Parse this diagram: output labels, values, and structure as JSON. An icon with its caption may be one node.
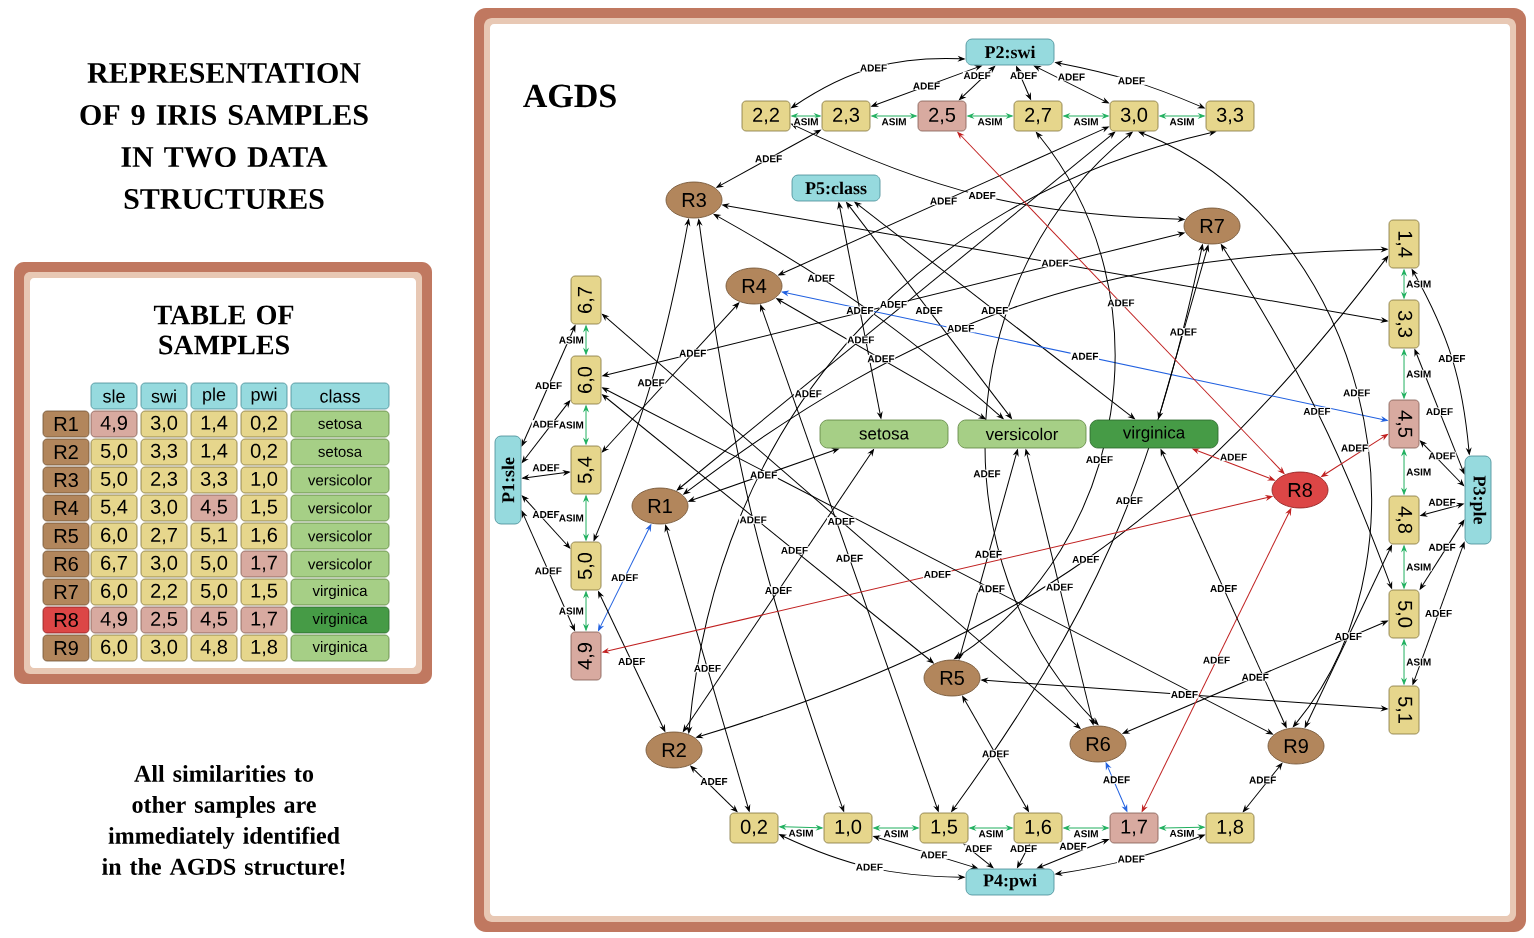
{
  "diagram": {
    "title": "REPRESENTATION OF 9 IRIS SAMPLES IN TWO DATA STRUCTURES",
    "caption": "All similarities to other samples are immediately identified in the AGDS structure!",
    "nodes": [
      {
        "text": [
          "AGDS"
        ]
      },
      {
        "text": [
          "P2:swi"
        ],
        "in": 0
      },
      {
        "text": [
          "2,2"
        ],
        "in": 0
      },
      {
        "text": [
          "2,3"
        ],
        "in": 0
      },
      {
        "text": [
          "2,5"
        ],
        "in": 0
      },
      {
        "text": [
          "2,7"
        ],
        "in": 0
      },
      {
        "text": [
          "3,0"
        ],
        "in": 0
      },
      {
        "text": [
          "3,3"
        ],
        "in": 0
      },
      {
        "text": [
          "P5:class"
        ],
        "in": 0
      },
      {
        "text": [
          "P1:sle"
        ],
        "in": 0
      },
      {
        "text": [
          "6,7"
        ],
        "in": 0
      },
      {
        "text": [
          "6,0"
        ],
        "in": 0
      },
      {
        "text": [
          "5,4"
        ],
        "in": 0
      },
      {
        "text": [
          "5,0"
        ],
        "in": 0
      },
      {
        "text": [
          "4,9"
        ],
        "in": 0
      },
      {
        "text": [
          "P3:ple"
        ],
        "in": 0
      },
      {
        "text": [
          "1,4"
        ],
        "in": 0
      },
      {
        "text": [
          "3,3"
        ],
        "in": 0
      },
      {
        "text": [
          "4,5"
        ],
        "in": 0
      },
      {
        "text": [
          "4,8"
        ],
        "in": 0
      },
      {
        "text": [
          "5,0"
        ],
        "in": 0
      },
      {
        "text": [
          "5,1"
        ],
        "in": 0
      },
      {
        "text": [
          "P4:pwi"
        ],
        "in": 0
      },
      {
        "text": [
          "0,2"
        ],
        "in": 0
      },
      {
        "text": [
          "1,0"
        ],
        "in": 0
      },
      {
        "text": [
          "1,5"
        ],
        "in": 0
      },
      {
        "text": [
          "1,6"
        ],
        "in": 0
      },
      {
        "text": [
          "1,7"
        ],
        "in": 0
      },
      {
        "text": [
          "1,8"
        ],
        "in": 0
      },
      {
        "text": [
          "setosa"
        ],
        "in": 0
      },
      {
        "text": [
          "versicolor"
        ],
        "in": 0
      },
      {
        "text": [
          "virginica"
        ],
        "in": 0
      },
      {
        "text": [
          "R1"
        ],
        "in": 0
      },
      {
        "text": [
          "R2"
        ],
        "in": 0
      },
      {
        "text": [
          "R3"
        ],
        "in": 0
      },
      {
        "text": [
          "R4"
        ],
        "in": 0
      },
      {
        "text": [
          "R5"
        ],
        "in": 0
      },
      {
        "text": [
          "R6"
        ],
        "in": 0
      },
      {
        "text": [
          "R7"
        ],
        "in": 0
      },
      {
        "text": [
          "R8"
        ],
        "in": 0
      },
      {
        "text": [
          "R9"
        ],
        "in": 0
      }
    ],
    "edges": [
      {
        "from": 1,
        "to": 2,
        "arrow": "both",
        "label": "ADEF"
      },
      {
        "from": 1,
        "to": 3,
        "arrow": "both",
        "label": "ADEF"
      },
      {
        "from": 1,
        "to": 4,
        "arrow": "both",
        "label": "ADEF"
      },
      {
        "from": 1,
        "to": 5,
        "arrow": "both",
        "label": "ADEF"
      },
      {
        "from": 1,
        "to": 6,
        "arrow": "both",
        "label": "ADEF"
      },
      {
        "from": 1,
        "to": 7,
        "arrow": "both",
        "label": "ADEF"
      },
      {
        "from": 9,
        "to": 10,
        "arrow": "both",
        "label": "ADEF"
      },
      {
        "from": 9,
        "to": 11,
        "arrow": "both",
        "label": "ADEF"
      },
      {
        "from": 9,
        "to": 12,
        "arrow": "both",
        "label": "ADEF"
      },
      {
        "from": 9,
        "to": 13,
        "arrow": "both",
        "label": "ADEF"
      },
      {
        "from": 9,
        "to": 14,
        "arrow": "both",
        "label": "ADEF"
      },
      {
        "from": 15,
        "to": 16,
        "arrow": "both",
        "label": "ADEF"
      },
      {
        "from": 15,
        "to": 17,
        "arrow": "both",
        "label": "ADEF"
      },
      {
        "from": 15,
        "to": 18,
        "arrow": "both",
        "label": "ADEF"
      },
      {
        "from": 15,
        "to": 19,
        "arrow": "both",
        "label": "ADEF"
      },
      {
        "from": 15,
        "to": 20,
        "arrow": "both",
        "label": "ADEF"
      },
      {
        "from": 15,
        "to": 21,
        "arrow": "both",
        "label": "ADEF"
      },
      {
        "from": 22,
        "to": 23,
        "arrow": "both",
        "label": "ADEF"
      },
      {
        "from": 22,
        "to": 24,
        "arrow": "both",
        "label": "ADEF"
      },
      {
        "from": 22,
        "to": 25,
        "arrow": "both",
        "label": "ADEF"
      },
      {
        "from": 22,
        "to": 26,
        "arrow": "both",
        "label": "ADEF"
      },
      {
        "from": 22,
        "to": 27,
        "arrow": "both",
        "label": "ADEF"
      },
      {
        "from": 22,
        "to": 28,
        "arrow": "both",
        "label": "ADEF"
      },
      {
        "from": 8,
        "to": 29,
        "arrow": "both",
        "label": "ADEF"
      },
      {
        "from": 8,
        "to": 30,
        "arrow": "both",
        "label": "ADEF"
      },
      {
        "from": 8,
        "to": 31,
        "arrow": "both",
        "label": "ADEF"
      },
      {
        "from": 2,
        "to": 3,
        "arrow": "both",
        "label": "ASIM",
        "color": "#22b060"
      },
      {
        "from": 3,
        "to": 4,
        "arrow": "both",
        "label": "ASIM",
        "color": "#22b060"
      },
      {
        "from": 4,
        "to": 5,
        "arrow": "both",
        "label": "ASIM",
        "color": "#22b060"
      },
      {
        "from": 5,
        "to": 6,
        "arrow": "both",
        "label": "ASIM",
        "color": "#22b060"
      },
      {
        "from": 6,
        "to": 7,
        "arrow": "both",
        "label": "ASIM",
        "color": "#22b060"
      },
      {
        "from": 10,
        "to": 11,
        "arrow": "both",
        "label": "ASIM",
        "color": "#22b060"
      },
      {
        "from": 11,
        "to": 12,
        "arrow": "both",
        "label": "ASIM",
        "color": "#22b060"
      },
      {
        "from": 12,
        "to": 13,
        "arrow": "both",
        "label": "ASIM",
        "color": "#22b060"
      },
      {
        "from": 13,
        "to": 14,
        "arrow": "both",
        "label": "ASIM",
        "color": "#22b060"
      },
      {
        "from": 16,
        "to": 17,
        "arrow": "both",
        "label": "ASIM",
        "color": "#22b060"
      },
      {
        "from": 17,
        "to": 18,
        "arrow": "both",
        "label": "ASIM",
        "color": "#22b060"
      },
      {
        "from": 18,
        "to": 19,
        "arrow": "both",
        "label": "ASIM",
        "color": "#22b060"
      },
      {
        "from": 19,
        "to": 20,
        "arrow": "both",
        "label": "ASIM",
        "color": "#22b060"
      },
      {
        "from": 20,
        "to": 21,
        "arrow": "both",
        "label": "ASIM",
        "color": "#22b060"
      },
      {
        "from": 23,
        "to": 24,
        "arrow": "both",
        "label": "ASIM",
        "color": "#22b060"
      },
      {
        "from": 24,
        "to": 25,
        "arrow": "both",
        "label": "ASIM",
        "color": "#22b060"
      },
      {
        "from": 25,
        "to": 26,
        "arrow": "both",
        "label": "ASIM",
        "color": "#22b060"
      },
      {
        "from": 26,
        "to": 27,
        "arrow": "both",
        "label": "ASIM",
        "color": "#22b060"
      },
      {
        "from": 27,
        "to": 28,
        "arrow": "both",
        "label": "ASIM",
        "color": "#22b060"
      },
      {
        "from": 32,
        "to": 14,
        "arrow": "both",
        "label": "ADEF",
        "color": "#2060e0"
      },
      {
        "from": 32,
        "to": 6,
        "arrow": "both",
        "label": "ADEF"
      },
      {
        "from": 32,
        "to": 16,
        "arrow": "both",
        "label": "ADEF"
      },
      {
        "from": 32,
        "to": 23,
        "arrow": "both",
        "label": "ADEF"
      },
      {
        "from": 32,
        "to": 29,
        "arrow": "both",
        "label": "ADEF"
      },
      {
        "from": 33,
        "to": 13,
        "arrow": "both",
        "label": "ADEF"
      },
      {
        "from": 33,
        "to": 7,
        "arrow": "both",
        "label": "ADEF"
      },
      {
        "from": 33,
        "to": 16,
        "arrow": "both",
        "label": "ADEF"
      },
      {
        "from": 33,
        "to": 23,
        "arrow": "both",
        "label": "ADEF"
      },
      {
        "from": 33,
        "to": 29,
        "arrow": "both",
        "label": "ADEF"
      },
      {
        "from": 34,
        "to": 13,
        "arrow": "both",
        "label": "ADEF"
      },
      {
        "from": 34,
        "to": 3,
        "arrow": "both",
        "label": "ADEF"
      },
      {
        "from": 34,
        "to": 17,
        "arrow": "both",
        "label": "ADEF"
      },
      {
        "from": 34,
        "to": 24,
        "arrow": "both",
        "label": "ADEF"
      },
      {
        "from": 34,
        "to": 30,
        "arrow": "both",
        "label": "ADEF"
      },
      {
        "from": 35,
        "to": 12,
        "arrow": "both",
        "label": "ADEF"
      },
      {
        "from": 35,
        "to": 6,
        "arrow": "both",
        "label": "ADEF"
      },
      {
        "from": 35,
        "to": 18,
        "arrow": "both",
        "label": "ADEF",
        "color": "#2060e0"
      },
      {
        "from": 35,
        "to": 25,
        "arrow": "both",
        "label": "ADEF"
      },
      {
        "from": 35,
        "to": 30,
        "arrow": "both",
        "label": "ADEF"
      },
      {
        "from": 36,
        "to": 11,
        "arrow": "both",
        "label": "ADEF"
      },
      {
        "from": 36,
        "to": 5,
        "arrow": "both",
        "label": "ADEF"
      },
      {
        "from": 36,
        "to": 21,
        "arrow": "both",
        "label": "ADEF"
      },
      {
        "from": 36,
        "to": 26,
        "arrow": "both",
        "label": "ADEF"
      },
      {
        "from": 36,
        "to": 30,
        "arrow": "both",
        "label": "ADEF"
      },
      {
        "from": 37,
        "to": 10,
        "arrow": "both",
        "label": "ADEF"
      },
      {
        "from": 37,
        "to": 6,
        "arrow": "both",
        "label": "ADEF"
      },
      {
        "from": 37,
        "to": 20,
        "arrow": "both",
        "label": "ADEF"
      },
      {
        "from": 37,
        "to": 27,
        "arrow": "both",
        "label": "ADEF",
        "color": "#2060e0"
      },
      {
        "from": 37,
        "to": 30,
        "arrow": "both",
        "label": "ADEF"
      },
      {
        "from": 38,
        "to": 11,
        "arrow": "both",
        "label": "ADEF"
      },
      {
        "from": 38,
        "to": 2,
        "arrow": "both",
        "label": "ADEF"
      },
      {
        "from": 38,
        "to": 20,
        "arrow": "both",
        "label": "ADEF"
      },
      {
        "from": 38,
        "to": 25,
        "arrow": "both",
        "label": "ADEF"
      },
      {
        "from": 38,
        "to": 31,
        "arrow": "both",
        "label": "ADEF"
      },
      {
        "from": 39,
        "to": 14,
        "arrow": "both",
        "label": "ADEF",
        "color": "#c02020"
      },
      {
        "from": 39,
        "to": 4,
        "arrow": "both",
        "label": "ADEF",
        "color": "#c02020"
      },
      {
        "from": 39,
        "to": 18,
        "arrow": "both",
        "label": "ADEF",
        "color": "#c02020"
      },
      {
        "from": 39,
        "to": 27,
        "arrow": "both",
        "label": "ADEF",
        "color": "#c02020"
      },
      {
        "from": 39,
        "to": 31,
        "arrow": "both",
        "label": "ADEF",
        "color": "#c02020"
      },
      {
        "from": 40,
        "to": 11,
        "arrow": "both",
        "label": "ADEF"
      },
      {
        "from": 40,
        "to": 6,
        "arrow": "both",
        "label": "ADEF"
      },
      {
        "from": 40,
        "to": 19,
        "arrow": "both",
        "label": "ADEF"
      },
      {
        "from": 40,
        "to": 28,
        "arrow": "both",
        "label": "ADEF"
      },
      {
        "from": 40,
        "to": 31,
        "arrow": "both",
        "label": "ADEF"
      }
    ],
    "labels": [
      "TABLE OF SAMPLES",
      "sle",
      "swi",
      "ple",
      "pwi",
      "class",
      "R1",
      "4,9",
      "3,0",
      "1,4",
      "0,2",
      "setosa",
      "R2",
      "5,0",
      "3,3",
      "1,4",
      "0,2",
      "setosa",
      "R3",
      "5,0",
      "2,3",
      "3,3",
      "1,0",
      "versicolor",
      "R4",
      "5,4",
      "3,0",
      "4,5",
      "1,5",
      "versicolor",
      "R5",
      "6,0",
      "2,7",
      "5,1",
      "1,6",
      "versicolor",
      "R6",
      "6,7",
      "3,0",
      "5,0",
      "1,7",
      "versicolor",
      "R7",
      "6,0",
      "2,2",
      "5,0",
      "1,5",
      "virginica",
      "R8",
      "4,9",
      "2,5",
      "4,5",
      "1,7",
      "virginica",
      "R9",
      "6,0",
      "3,0",
      "4,8",
      "1,8",
      "virginica"
    ]
  }
}
